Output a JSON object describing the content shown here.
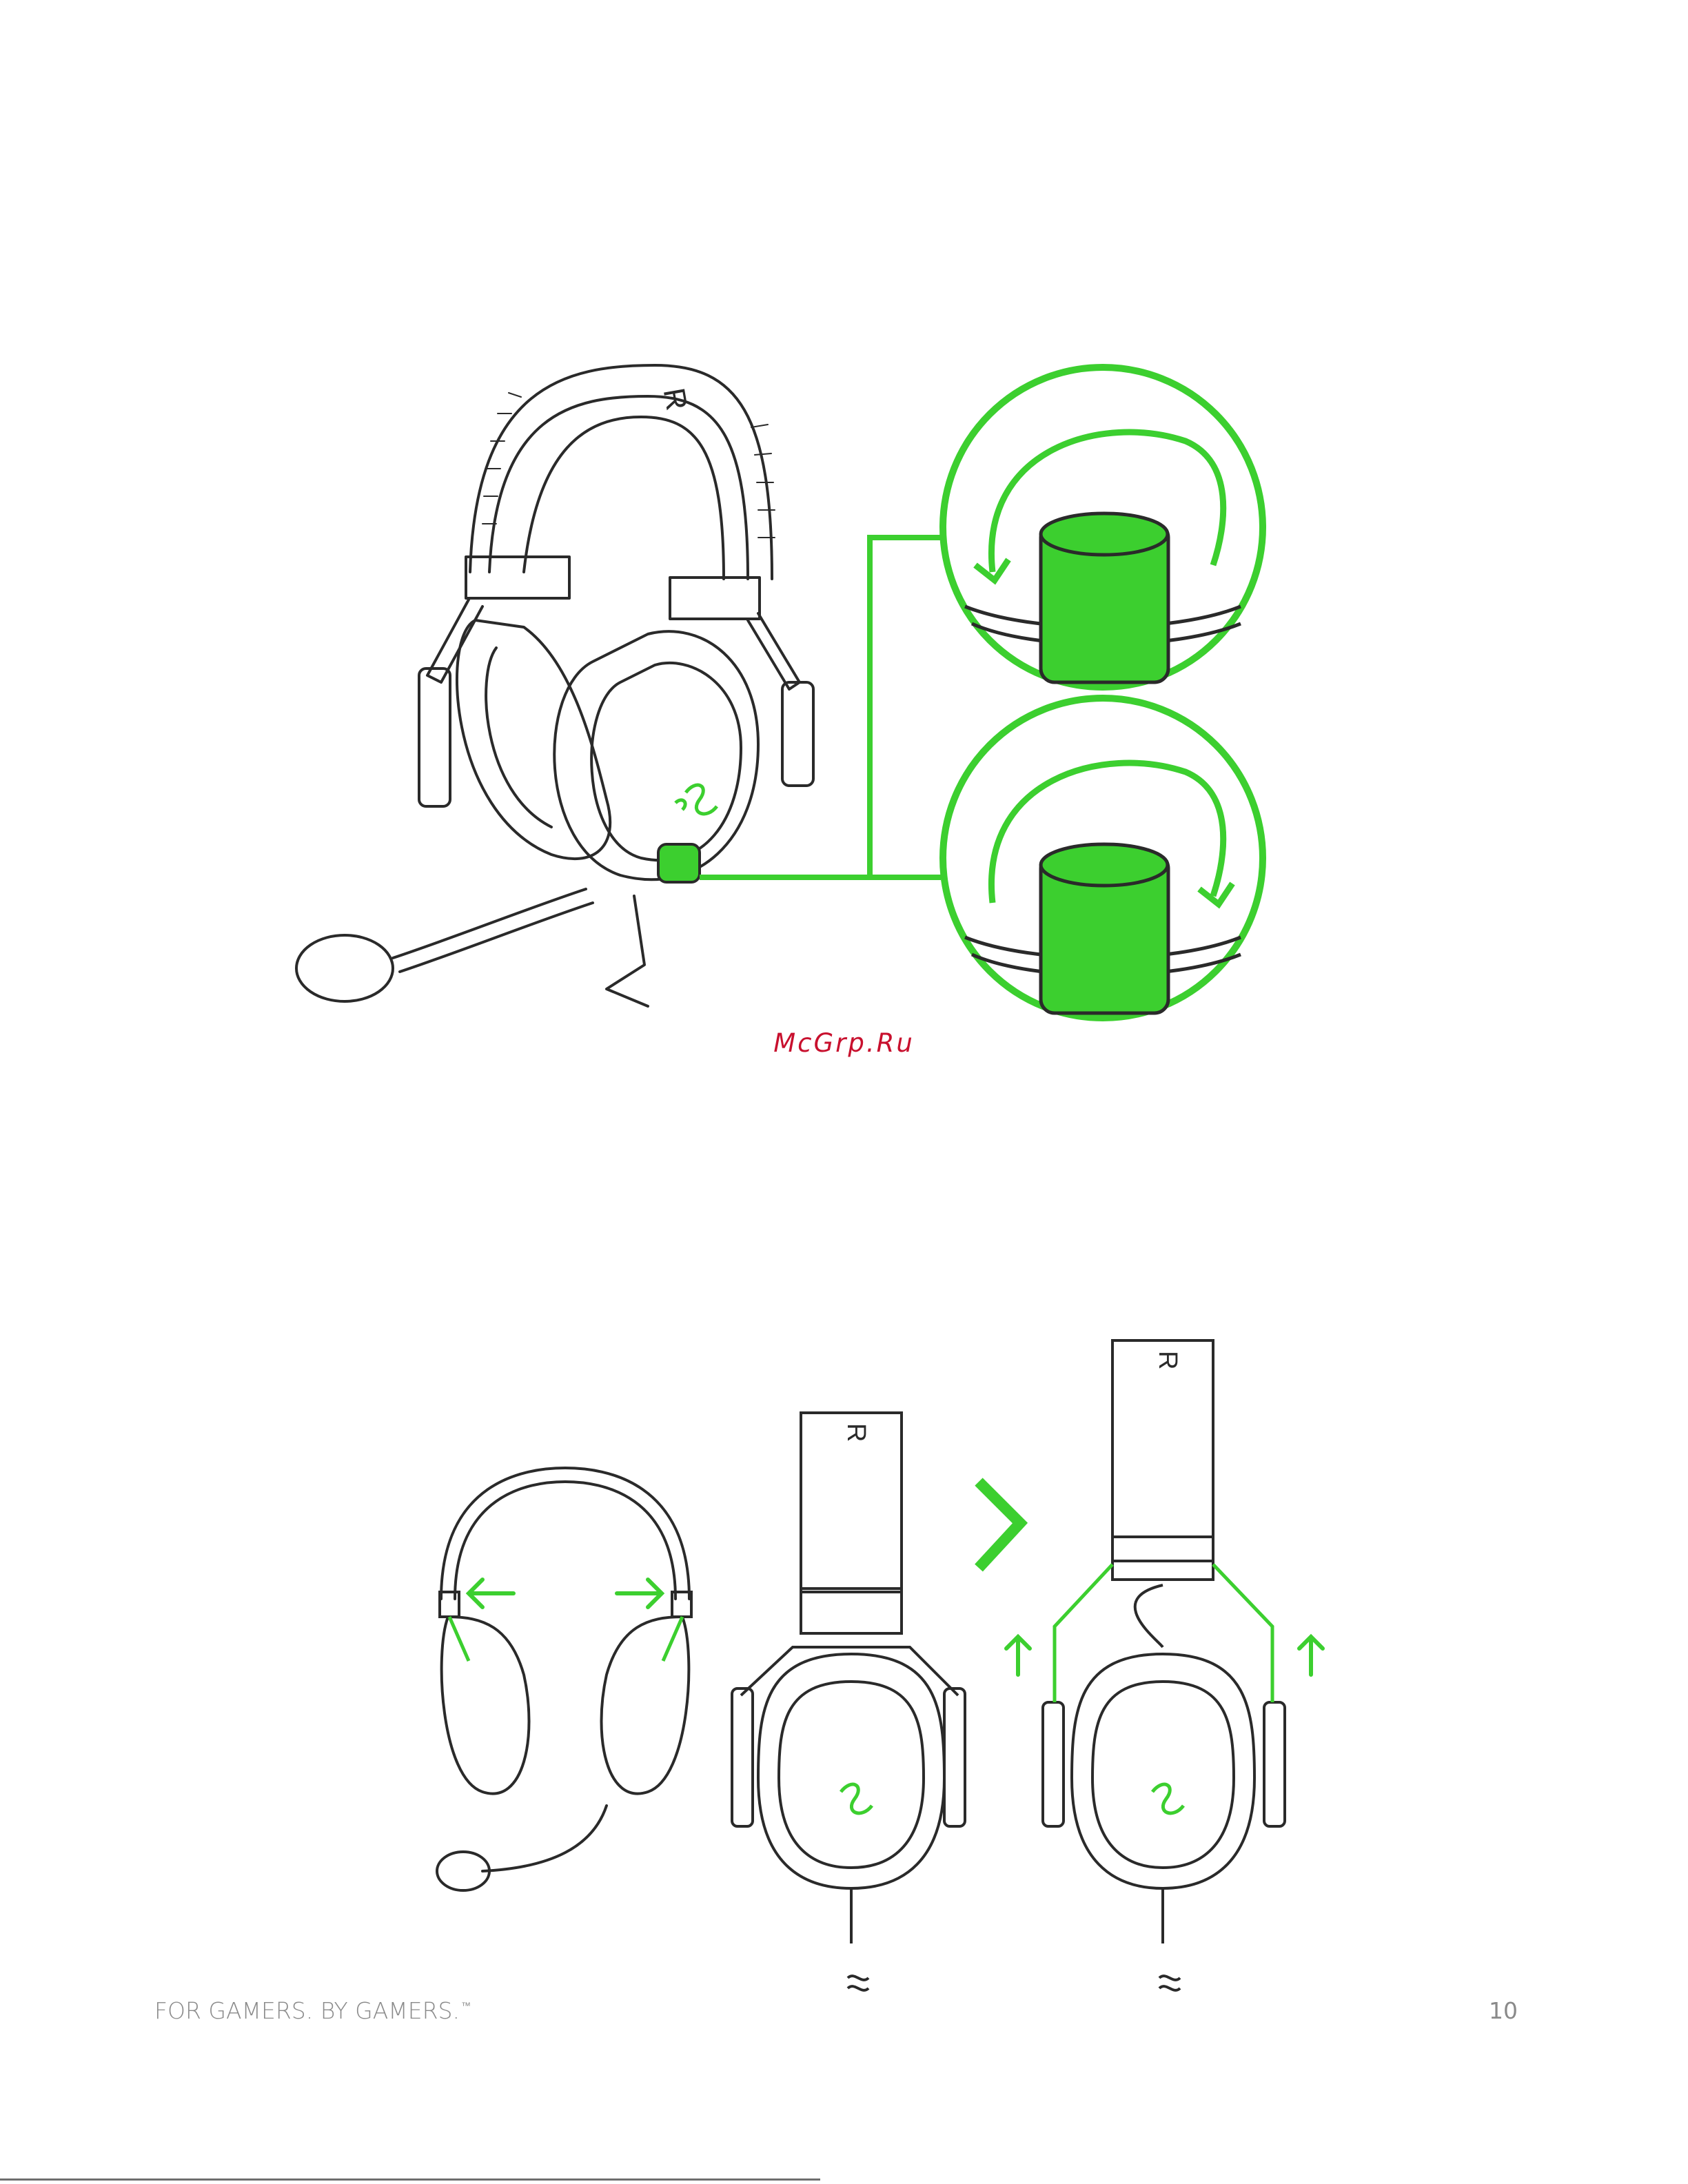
{
  "figure_top": {
    "headband_letter": "R",
    "callout_label": "volume dial"
  },
  "watermark": "McGrp.Ru",
  "footer": {
    "tagline": "FOR GAMERS. BY GAMERS.",
    "tagline_mark": "™",
    "page_number": "10"
  },
  "figure_bottom": {
    "headband_letter_a": "R",
    "headband_letter_b": "R"
  },
  "colors": {
    "accent": "#3ccf2f",
    "accent_dark": "#1e8e14",
    "line": "#2a2a2a",
    "watermark": "#c8102e",
    "footer": "#8a8a8a"
  }
}
